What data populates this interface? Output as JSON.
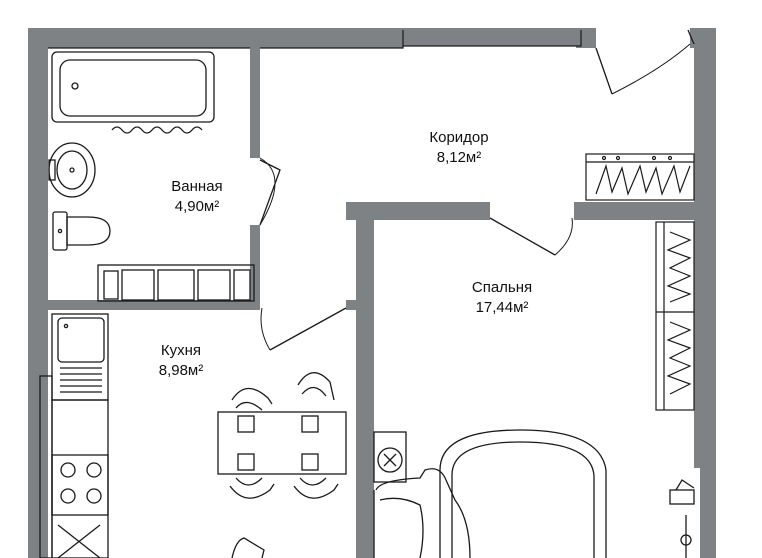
{
  "rooms": {
    "bathroom": {
      "name": "Ванная",
      "area": "4,90м²"
    },
    "corridor": {
      "name": "Коридор",
      "area": "8,12м²"
    },
    "bedroom": {
      "name": "Спальня",
      "area": "17,44м²"
    },
    "kitchen": {
      "name": "Кухня",
      "area": "8,98м²"
    }
  },
  "colors": {
    "wall": "#7f8285",
    "line": "#1a1a1a",
    "background": "#ffffff"
  },
  "icons": [
    "bathtub-icon",
    "sink-icon",
    "toilet-icon",
    "kitchen-sink-icon",
    "stove-icon",
    "dining-table-icon",
    "chair-icon",
    "bed-icon",
    "wardrobe-icon",
    "washing-machine-icon"
  ]
}
